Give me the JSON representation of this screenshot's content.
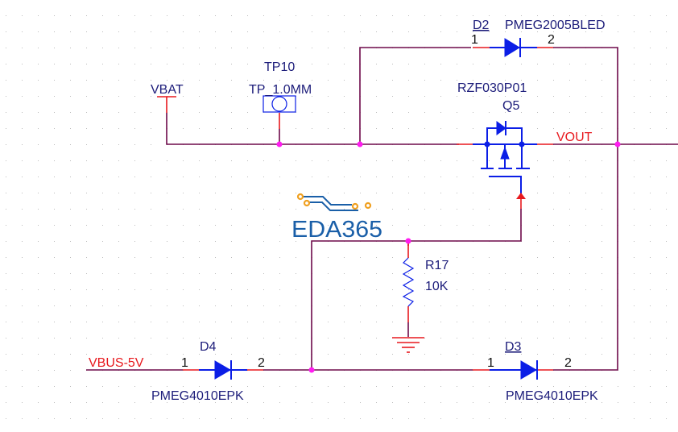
{
  "nets": {
    "vbat": "VBAT",
    "vout": "VOUT",
    "vbus": "VBUS-5V"
  },
  "components": {
    "d2": {
      "ref": "D2",
      "value": "PMEG2005BLED",
      "pin1": "1",
      "pin2": "2"
    },
    "tp10": {
      "ref": "TP10",
      "value": "TP_1.0MM"
    },
    "q5": {
      "ref": "Q5",
      "value": "RZF030P01"
    },
    "r17": {
      "ref": "R17",
      "value": "10K"
    },
    "d4": {
      "ref": "D4",
      "value": "PMEG4010EPK",
      "pin1": "1",
      "pin2": "2"
    },
    "d3": {
      "ref": "D3",
      "value": "PMEG4010EPK",
      "pin1": "1",
      "pin2": "2"
    }
  },
  "logo": {
    "text": "EDA365"
  },
  "colors": {
    "wire": "#6e0a4a",
    "pin": "#e8191e",
    "symbol": "#0b1ee6",
    "junction": "#ff1cf0",
    "label": "#1c1c7a",
    "net_label": "#e8191e",
    "logo_blue": "#1a5fa8",
    "logo_orange": "#f0a020"
  }
}
